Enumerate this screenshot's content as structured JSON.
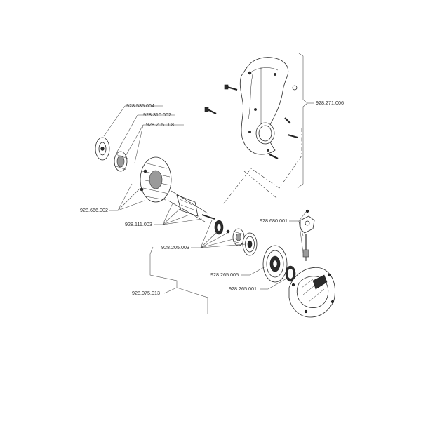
{
  "diagram": {
    "labels": [
      {
        "id": "p1",
        "text": "928.535.004"
      },
      {
        "id": "p2",
        "text": "928.310.002"
      },
      {
        "id": "p3",
        "text": "928.205.008"
      },
      {
        "id": "p4",
        "text": "928.271.006"
      },
      {
        "id": "p5",
        "text": "928.666.002"
      },
      {
        "id": "p6",
        "text": "928.111.003"
      },
      {
        "id": "p7",
        "text": "928.680.001"
      },
      {
        "id": "p8",
        "text": "928.205.003"
      },
      {
        "id": "p9",
        "text": "928.265.005"
      },
      {
        "id": "p10",
        "text": "928.265.001"
      },
      {
        "id": "p11",
        "text": "928.075.013"
      }
    ]
  }
}
